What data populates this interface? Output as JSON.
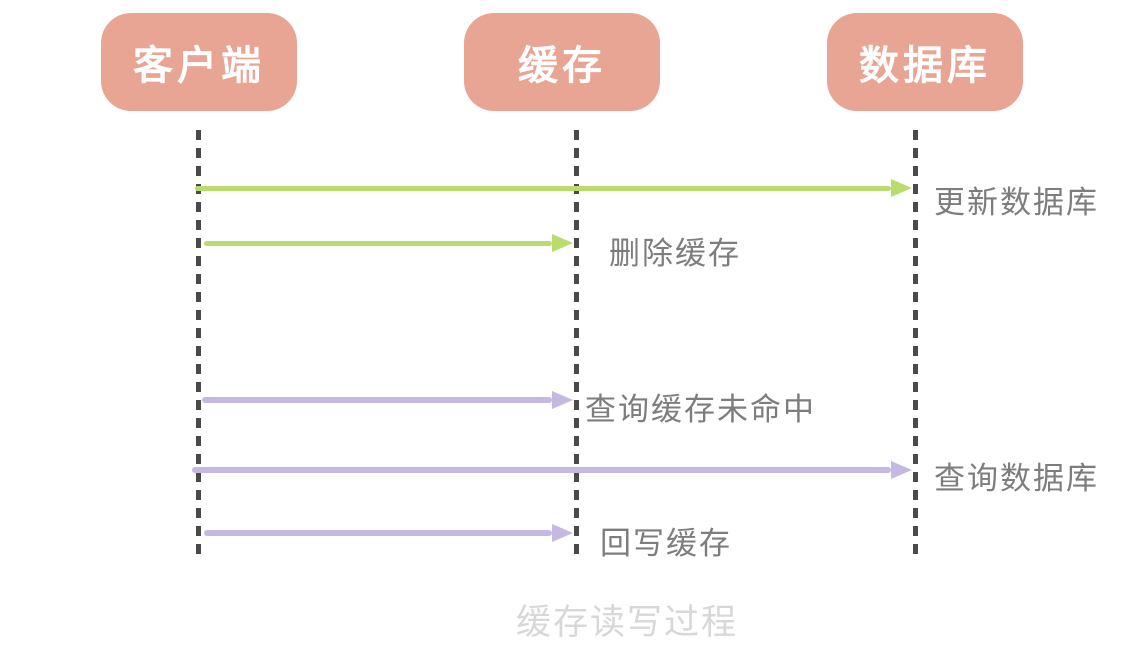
{
  "diagram": {
    "title_caption": "缓存读写过程",
    "actors": [
      {
        "id": "client",
        "label": "客户端"
      },
      {
        "id": "cache",
        "label": "缓存"
      },
      {
        "id": "database",
        "label": "数据库"
      }
    ],
    "messages": [
      {
        "from": "client",
        "to": "database",
        "label": "更新数据库",
        "color": "#b9dc6e",
        "group": "write"
      },
      {
        "from": "client",
        "to": "cache",
        "label": "删除缓存",
        "color": "#b9dc6e",
        "group": "write"
      },
      {
        "from": "client",
        "to": "cache",
        "label": "查询缓存未命中",
        "color": "#c5b9e1",
        "group": "read"
      },
      {
        "from": "client",
        "to": "database",
        "label": "查询数据库",
        "color": "#c5b9e1",
        "group": "read"
      },
      {
        "from": "client",
        "to": "cache",
        "label": "回写缓存",
        "color": "#c5b9e1",
        "group": "read"
      }
    ],
    "colors": {
      "actor_fill": "#e9a593",
      "actor_text": "#ffffff",
      "write_arrow": "#b9dc6e",
      "read_arrow": "#c5b9e1",
      "lifeline": "#4a4a4a",
      "message_text": "#7d7d7d",
      "caption_text": "#d8d8d8"
    }
  }
}
